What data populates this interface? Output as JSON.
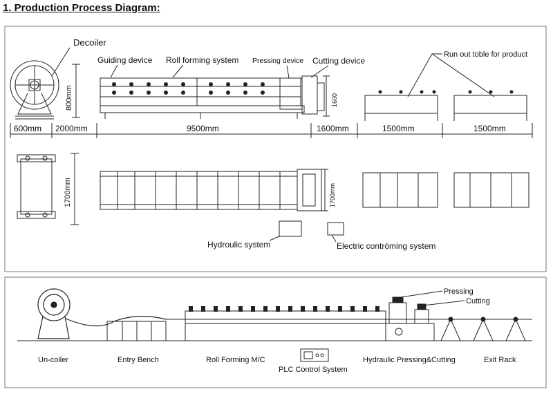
{
  "heading": "1. Production Process Diagram:",
  "top_panel": {
    "labels": {
      "decoiler": "Decoiler",
      "guiding": "Guiding device",
      "rollforming": "Roll forming system",
      "pressing": "Pressing device",
      "cutting": "Cutting device",
      "runout": "Run out toble for product",
      "hydraulic": "Hydroulic system",
      "electric": "Electric contròming system"
    },
    "dims": {
      "d600": "600mm",
      "d2000": "2000mm",
      "d9500": "9500mm",
      "d1600": "1600mm",
      "d1500a": "1500mm",
      "d1500b": "1500mm",
      "v800": "800mm",
      "v1700": "1700mm",
      "v1600": "1600",
      "v1700b": "1700mm"
    }
  },
  "bottom_panel": {
    "callouts": {
      "pressing": "Pressing",
      "cutting": "Cutting"
    },
    "stations": {
      "uncoiler": "Un-coiler",
      "entry": "Entry Bench",
      "rollforming": "Roll Forming M/C",
      "plc": "PLC Control System",
      "hydraulic": "Hydraulic Pressing&Cutting",
      "exit": "Exit Rack"
    }
  },
  "colors": {
    "line": "#222222",
    "frame": "#7a7a7a",
    "background": "#ffffff"
  }
}
